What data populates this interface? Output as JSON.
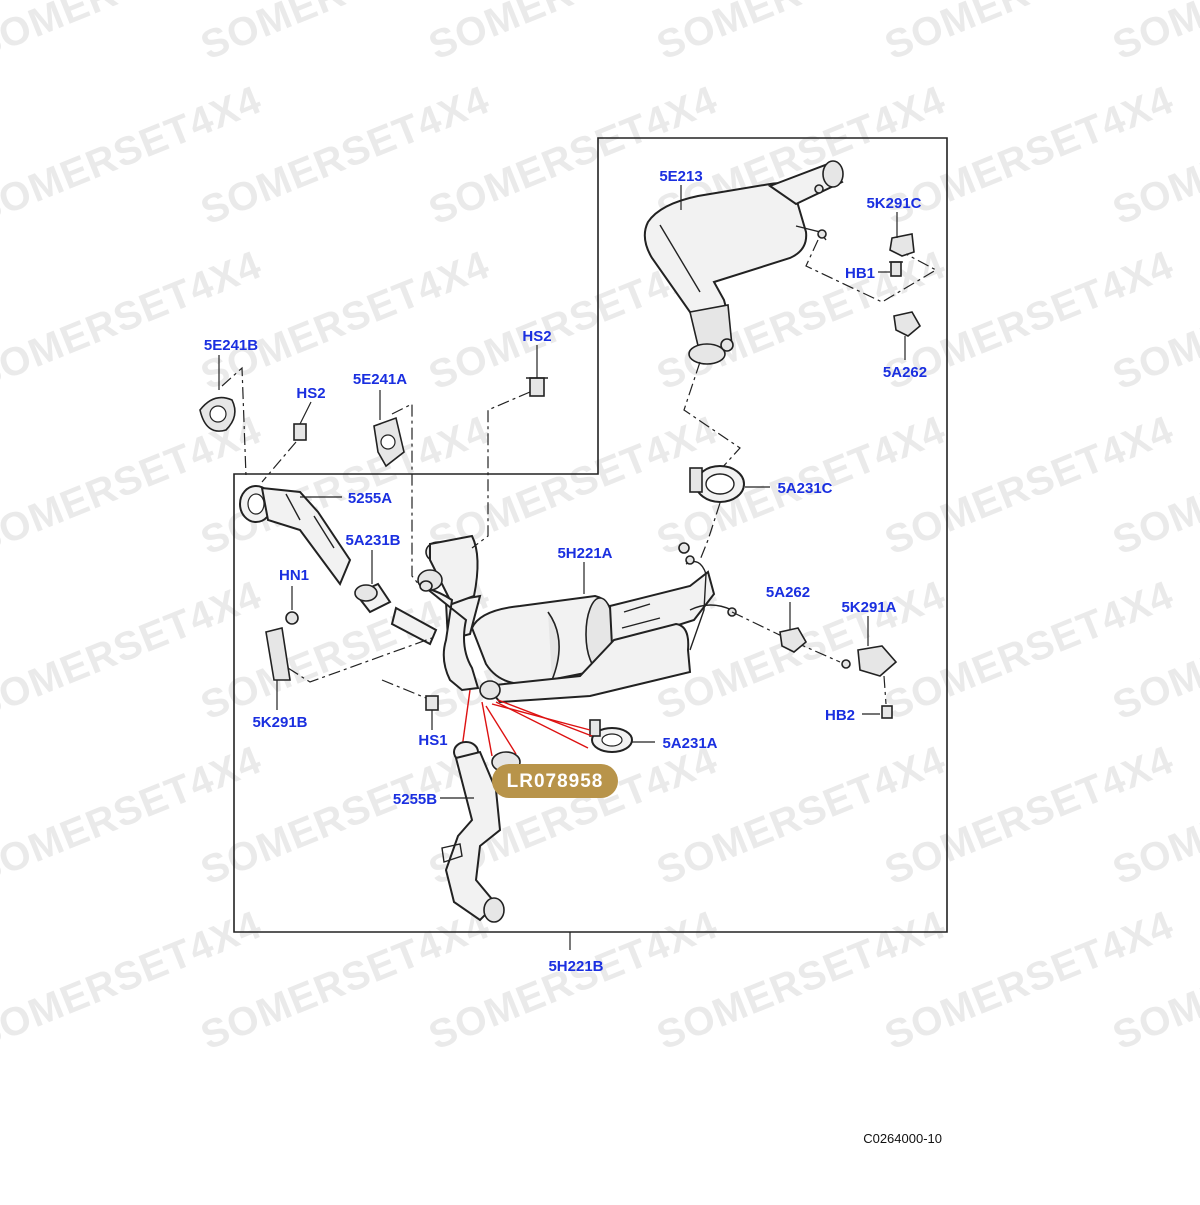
{
  "watermark": {
    "text": "SOMERSET4X4",
    "color": "#d9d9d9"
  },
  "colors": {
    "callout_text": "#1a2fe0",
    "badge_fill": "#b8944a",
    "highlight_lines": "#dd1111"
  },
  "callouts": {
    "c5E213": "5E213",
    "c5K291C": "5K291C",
    "cHB1": "HB1",
    "c5A262_top": "5A262",
    "c5E241B": "5E241B",
    "cHS2_left": "HS2",
    "c5E241A": "5E241A",
    "cHS2_mid": "HS2",
    "c5255A": "5255A",
    "c5A231C": "5A231C",
    "c5A231B": "5A231B",
    "c5H221A": "5H221A",
    "cHN1": "HN1",
    "c5A262_right": "5A262",
    "c5K291A": "5K291A",
    "c5K291B": "5K291B",
    "cHB2": "HB2",
    "cHS1": "HS1",
    "c5A231A": "5A231A",
    "c5255B": "5255B",
    "c5H221B": "5H221B"
  },
  "badge": {
    "part_number": "LR078958"
  },
  "figure_ref": "C0264000-10"
}
